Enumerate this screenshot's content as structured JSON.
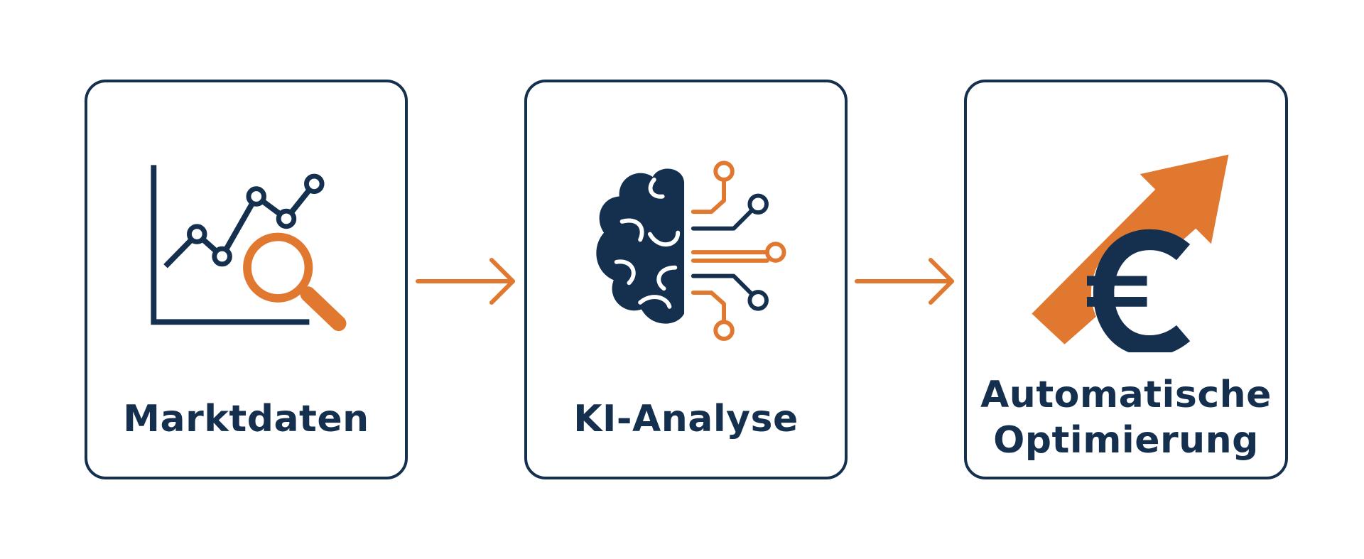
{
  "diagram": {
    "colors": {
      "navy": "#15304f",
      "orange": "#e0782f",
      "background": "#ffffff"
    },
    "steps": [
      {
        "id": "marktdaten",
        "icon": "chart-magnifier-icon",
        "label_lines": [
          "Marktdaten"
        ]
      },
      {
        "id": "ki-analyse",
        "icon": "ai-brain-circuit-icon",
        "label_lines": [
          "KI-Analyse"
        ]
      },
      {
        "id": "automatische-optimierung",
        "icon": "euro-growth-arrow-icon",
        "label_lines": [
          "Automatische",
          "Optimierung"
        ]
      }
    ],
    "connectors": [
      {
        "from": "marktdaten",
        "to": "ki-analyse",
        "icon": "arrow-right-icon"
      },
      {
        "from": "ki-analyse",
        "to": "automatische-optimierung",
        "icon": "arrow-right-icon"
      }
    ]
  }
}
